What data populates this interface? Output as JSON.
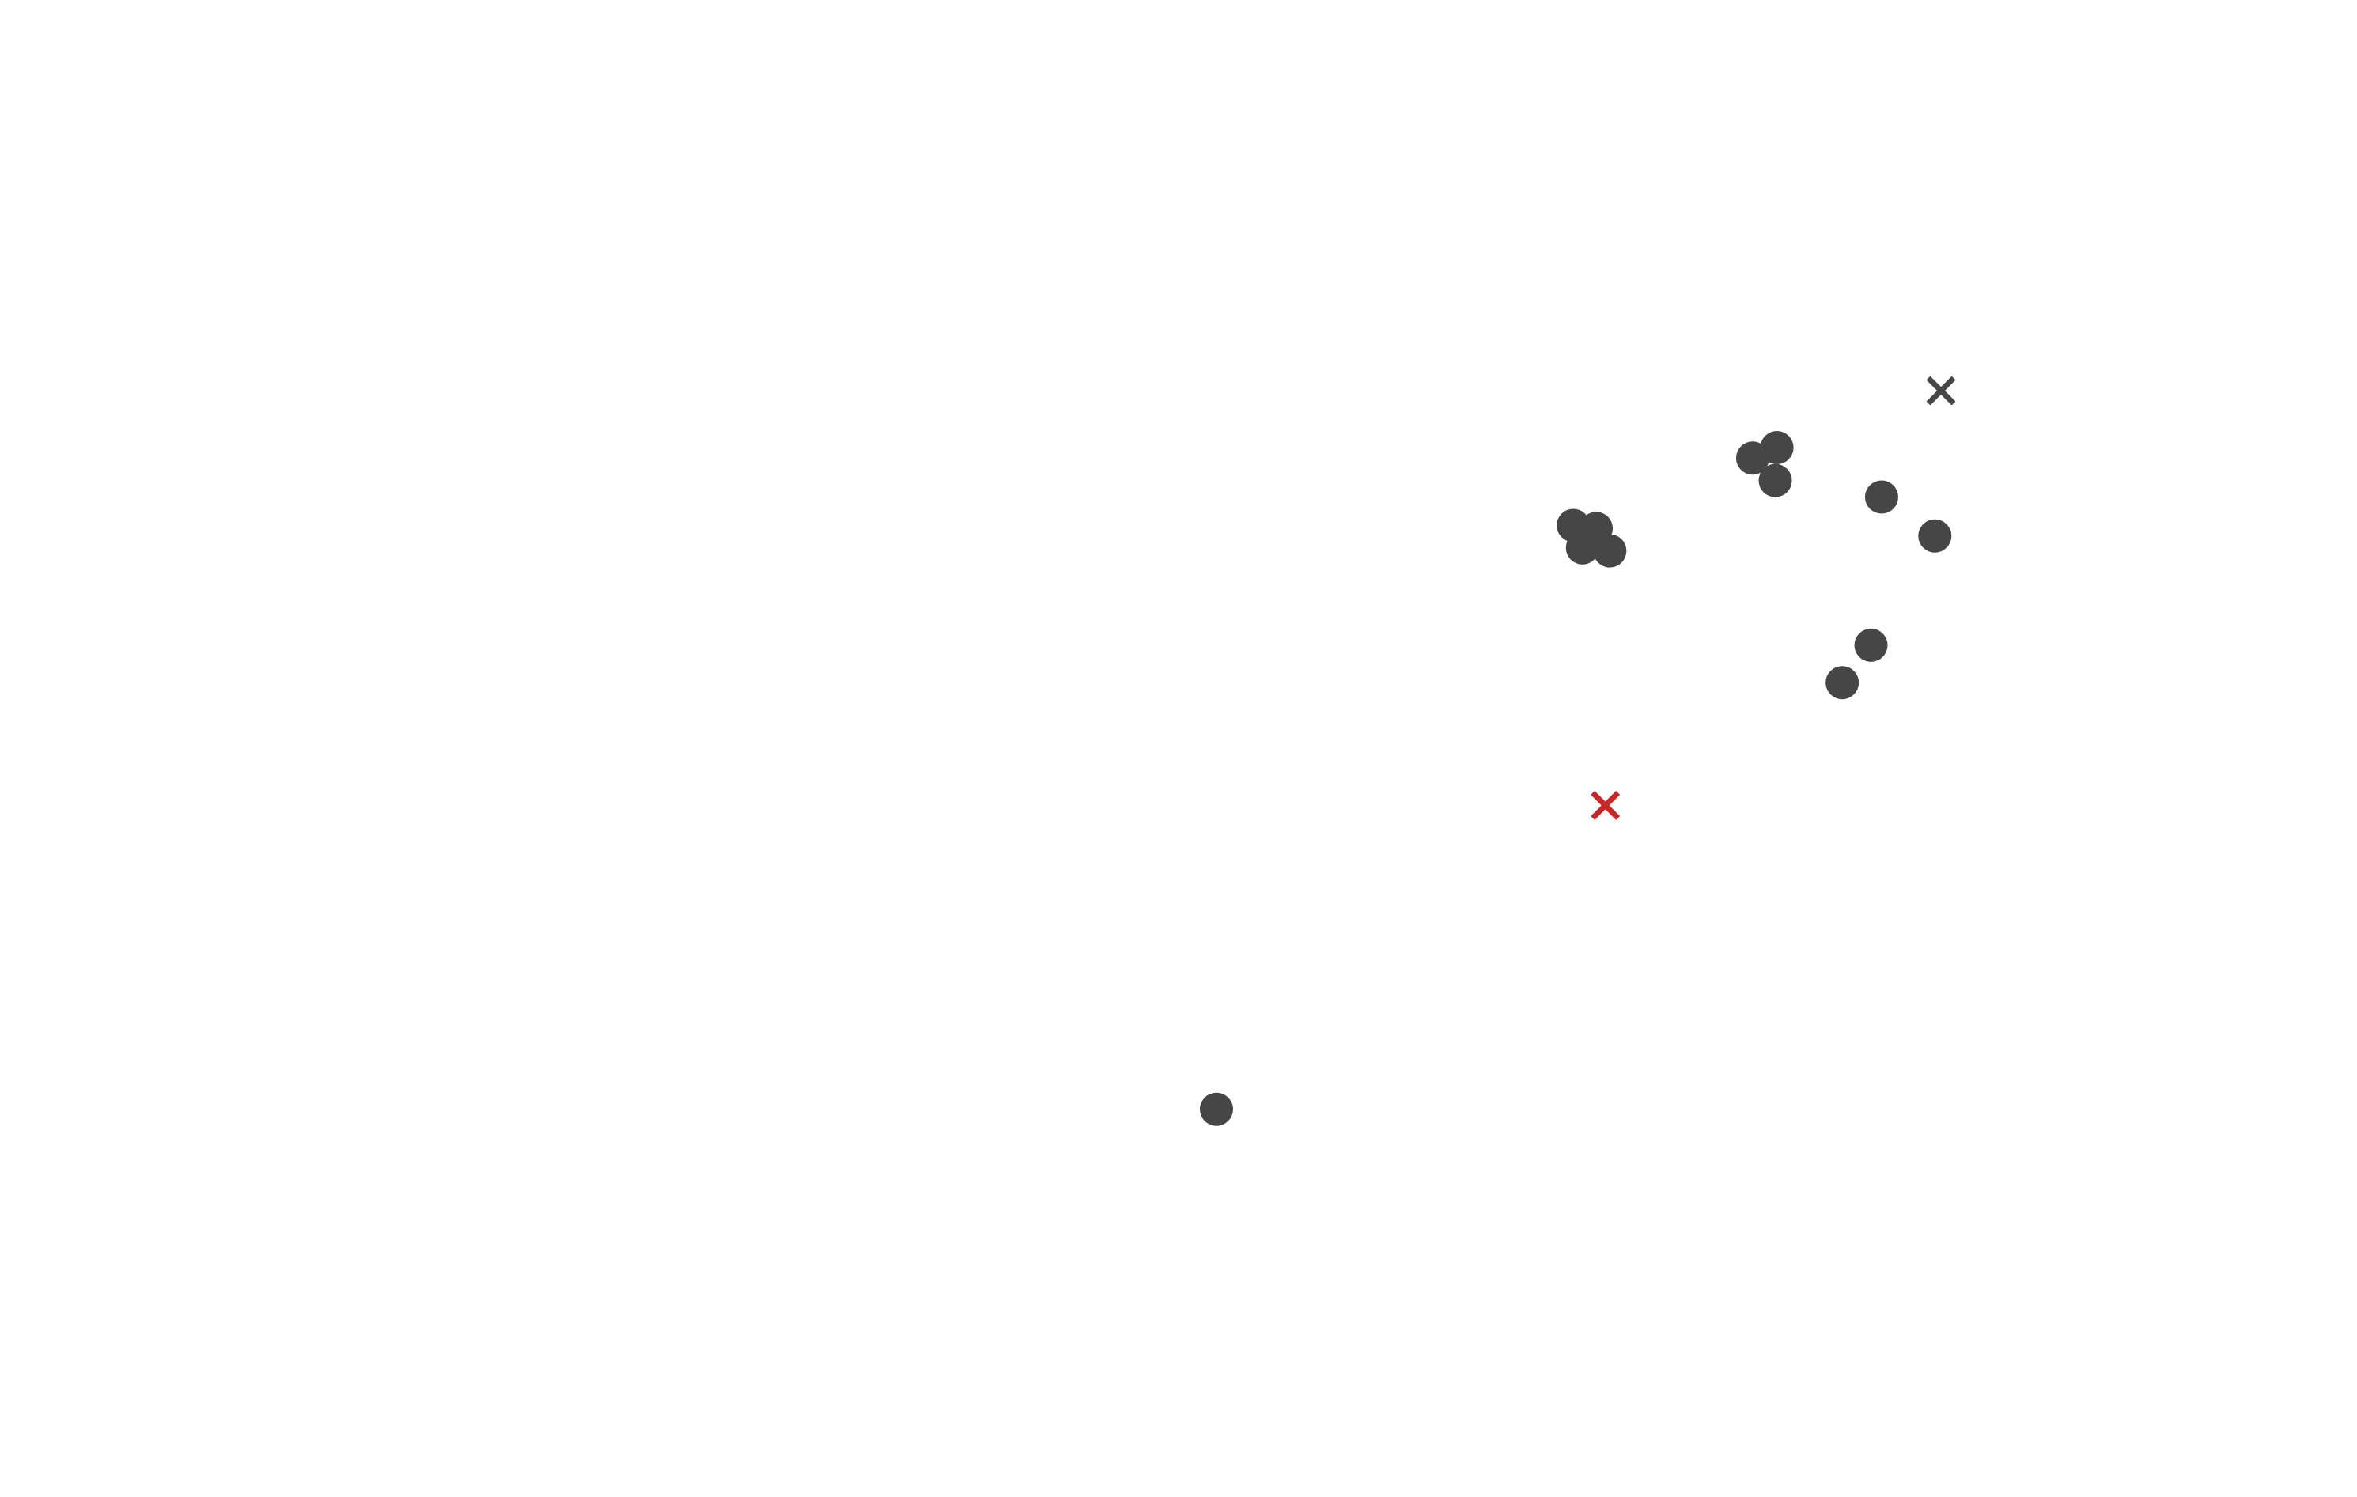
{
  "chart_data": {
    "type": "scatter",
    "title": "",
    "xlabel": "",
    "ylabel": "",
    "xlim": [
      0,
      100
    ],
    "ylim": [
      0,
      100
    ],
    "grid": false,
    "legend": "none",
    "colors": {
      "points": "#464646",
      "centroid_dark": "#464646",
      "centroid_red": "#c62828",
      "background": "#ffffff"
    },
    "series": [
      {
        "name": "points",
        "marker": "circle",
        "x": [
          66.75,
          67.72,
          67.14,
          68.3,
          74.36,
          75.39,
          75.32,
          79.83,
          82.09,
          79.38,
          78.16,
          51.61
        ],
        "y": [
          64.9,
          64.7,
          63.4,
          63.2,
          69.4,
          70.1,
          67.9,
          66.8,
          64.2,
          56.9,
          54.4,
          25.9
        ]
      },
      {
        "name": "centroid-dark",
        "marker": "x",
        "x": [
          82.35
        ],
        "y": [
          73.9
        ]
      },
      {
        "name": "centroid-red",
        "marker": "x",
        "x": [
          68.11
        ],
        "y": [
          46.2
        ]
      }
    ]
  }
}
